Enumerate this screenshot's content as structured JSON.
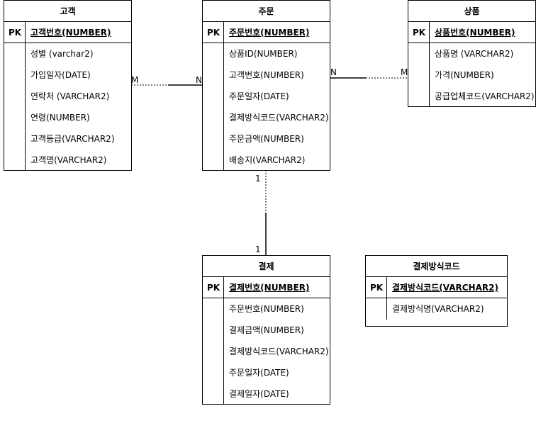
{
  "entities": {
    "customer": {
      "title": "고객",
      "pk_marker": "PK",
      "pk": "고객번호(NUMBER)",
      "attrs": [
        "성별 (varchar2)",
        "가입일자(DATE)",
        "연락처 (VARCHAR2)",
        "연령(NUMBER)",
        "고객등급(VARCHAR2)",
        "고객명(VARCHAR2)"
      ]
    },
    "order": {
      "title": "주문",
      "pk_marker": "PK",
      "pk": "주문번호(NUMBER)",
      "attrs": [
        "상품ID(NUMBER)",
        "고객번호(NUMBER)",
        "주문일자(DATE)",
        "결제방식코드(VARCHAR2)",
        "주문금액(NUMBER)",
        "배송지(VARCHAR2)"
      ]
    },
    "product": {
      "title": "상품",
      "pk_marker": "PK",
      "pk": "상품번호(NUMBER)",
      "attrs": [
        "상품명 (VARCHAR2)",
        "가격(NUMBER)",
        "공급업체코드(VARCHAR2)"
      ]
    },
    "payment": {
      "title": "결제",
      "pk_marker": "PK",
      "pk": "결제번호(NUMBER)",
      "attrs": [
        "주문번호(NUMBER)",
        "결제금액(NUMBER)",
        "결제방식코드(VARCHAR2)",
        "주문일자(DATE)",
        "결제일자(DATE)"
      ]
    },
    "payment_method": {
      "title": "결제방식코드",
      "pk_marker": "PK",
      "pk": "결제방식코드(VARCHAR2)",
      "attrs": [
        "결제방식명(VARCHAR2)"
      ]
    }
  },
  "relationships": {
    "customer_order": {
      "from_card": "M",
      "to_card": "N"
    },
    "order_product": {
      "from_card": "N",
      "to_card": "M"
    },
    "order_payment": {
      "from_card": "1",
      "to_card": "1"
    }
  }
}
